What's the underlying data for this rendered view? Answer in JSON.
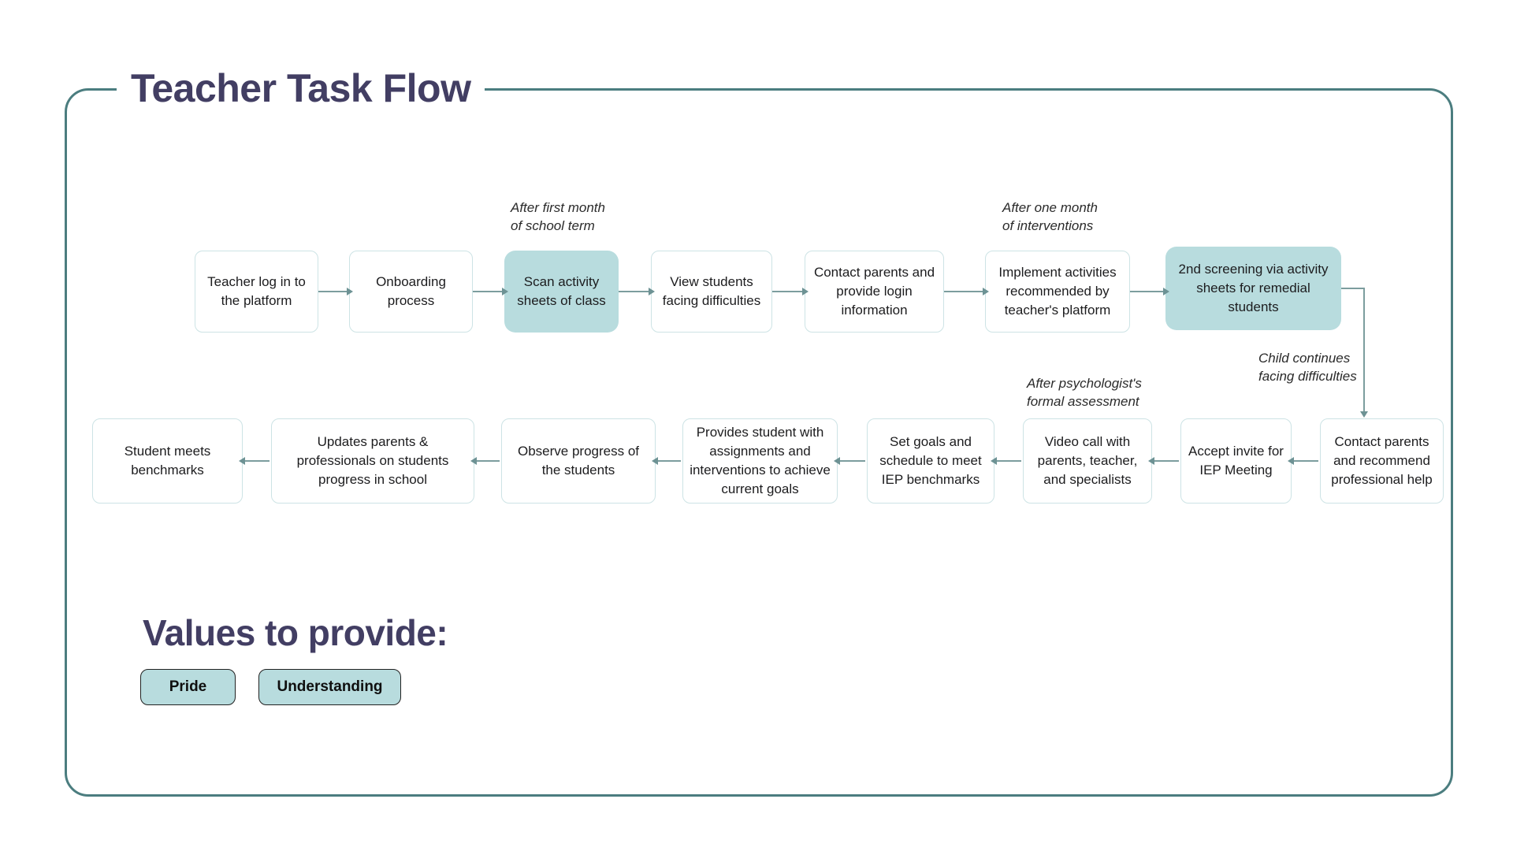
{
  "title": "Teacher Task Flow",
  "nodes": [
    {
      "label": "Teacher log in to the platform",
      "highlighted": false
    },
    {
      "label": "Onboarding process",
      "highlighted": false
    },
    {
      "label": "Scan activity sheets of class",
      "highlighted": true
    },
    {
      "label": "View students facing difficulties",
      "highlighted": false
    },
    {
      "label": "Contact parents and provide login information",
      "highlighted": false
    },
    {
      "label": "Implement activities recommended by teacher's platform",
      "highlighted": false
    },
    {
      "label": "2nd screening via activity sheets for remedial students",
      "highlighted": true
    },
    {
      "label": "Contact parents and recommend professional help",
      "highlighted": false
    },
    {
      "label": "Accept invite for IEP Meeting",
      "highlighted": false
    },
    {
      "label": "Video call with parents, teacher, and specialists",
      "highlighted": false
    },
    {
      "label": "Set goals and schedule to meet IEP benchmarks",
      "highlighted": false
    },
    {
      "label": "Provides student with assignments and interventions to achieve current goals",
      "highlighted": false
    },
    {
      "label": "Observe progress of the students",
      "highlighted": false
    },
    {
      "label": "Updates parents & professionals on students progress in school",
      "highlighted": false
    },
    {
      "label": "Student meets benchmarks",
      "highlighted": false
    }
  ],
  "annotations": [
    {
      "text": "After first month\nof school term"
    },
    {
      "text": "After one month\nof interventions"
    },
    {
      "text": "Child continues\nfacing difficulties"
    },
    {
      "text": "After psychologist's\nformal assessment"
    }
  ],
  "values_section": {
    "heading": "Values to provide:",
    "values": [
      {
        "label": "Pride"
      },
      {
        "label": "Understanding"
      }
    ]
  },
  "colors": {
    "frame_border": "#4b7d7f",
    "highlight_fill": "#b8dcde",
    "node_border": "#cde3e5",
    "arrow": "#7c9d9e",
    "heading_text": "#423e63",
    "chip_fill": "#b8dcde",
    "chip_border": "#222222"
  }
}
